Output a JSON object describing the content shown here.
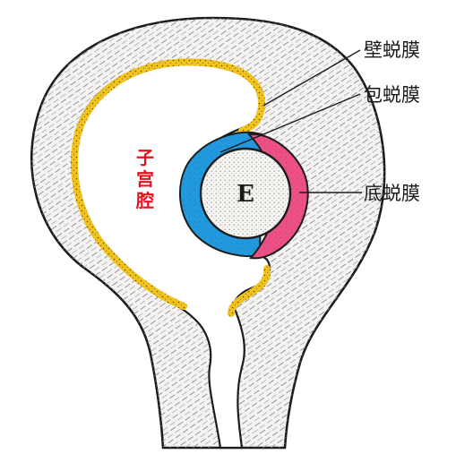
{
  "diagram": {
    "labels": {
      "decidua_parietalis": "壁蜕膜",
      "decidua_capsularis": "包蜕膜",
      "decidua_basalis": "底蜕膜",
      "uterine_cavity": [
        "子",
        "宫",
        "腔"
      ],
      "embryo": "E"
    },
    "colors": {
      "myometrium_fill": "#f4f3f1",
      "outline": "#1c1c1c",
      "decidua_parietalis": "#f2c318",
      "decidua_capsularis": "#1f9ae0",
      "decidua_basalis": "#ee4f86",
      "uterine_cavity_label": "#e8101e",
      "embryo_fill": "#f7f5f2"
    }
  }
}
